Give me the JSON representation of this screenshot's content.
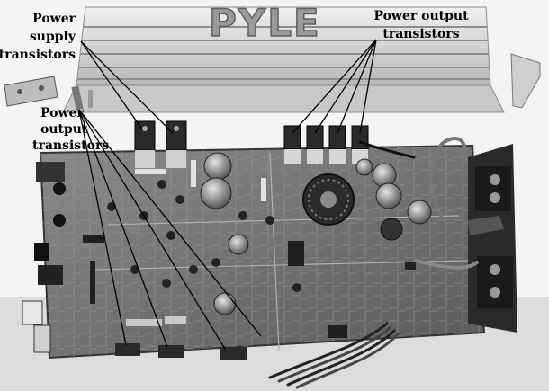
{
  "photo": {
    "subject": "amplifier-circuit-board",
    "logo_text": "PYLE",
    "palette": {
      "ink": "#000000",
      "board": "#6e6e6e",
      "heatsink": "#d8d8d8",
      "paper": "#ffffff"
    }
  },
  "labels": {
    "power_supply": [
      "Power",
      "supply",
      "transistors"
    ],
    "power_output_top": [
      "Power output",
      "transistors"
    ],
    "power_output_left": [
      "Power",
      "output",
      "transistors"
    ]
  }
}
